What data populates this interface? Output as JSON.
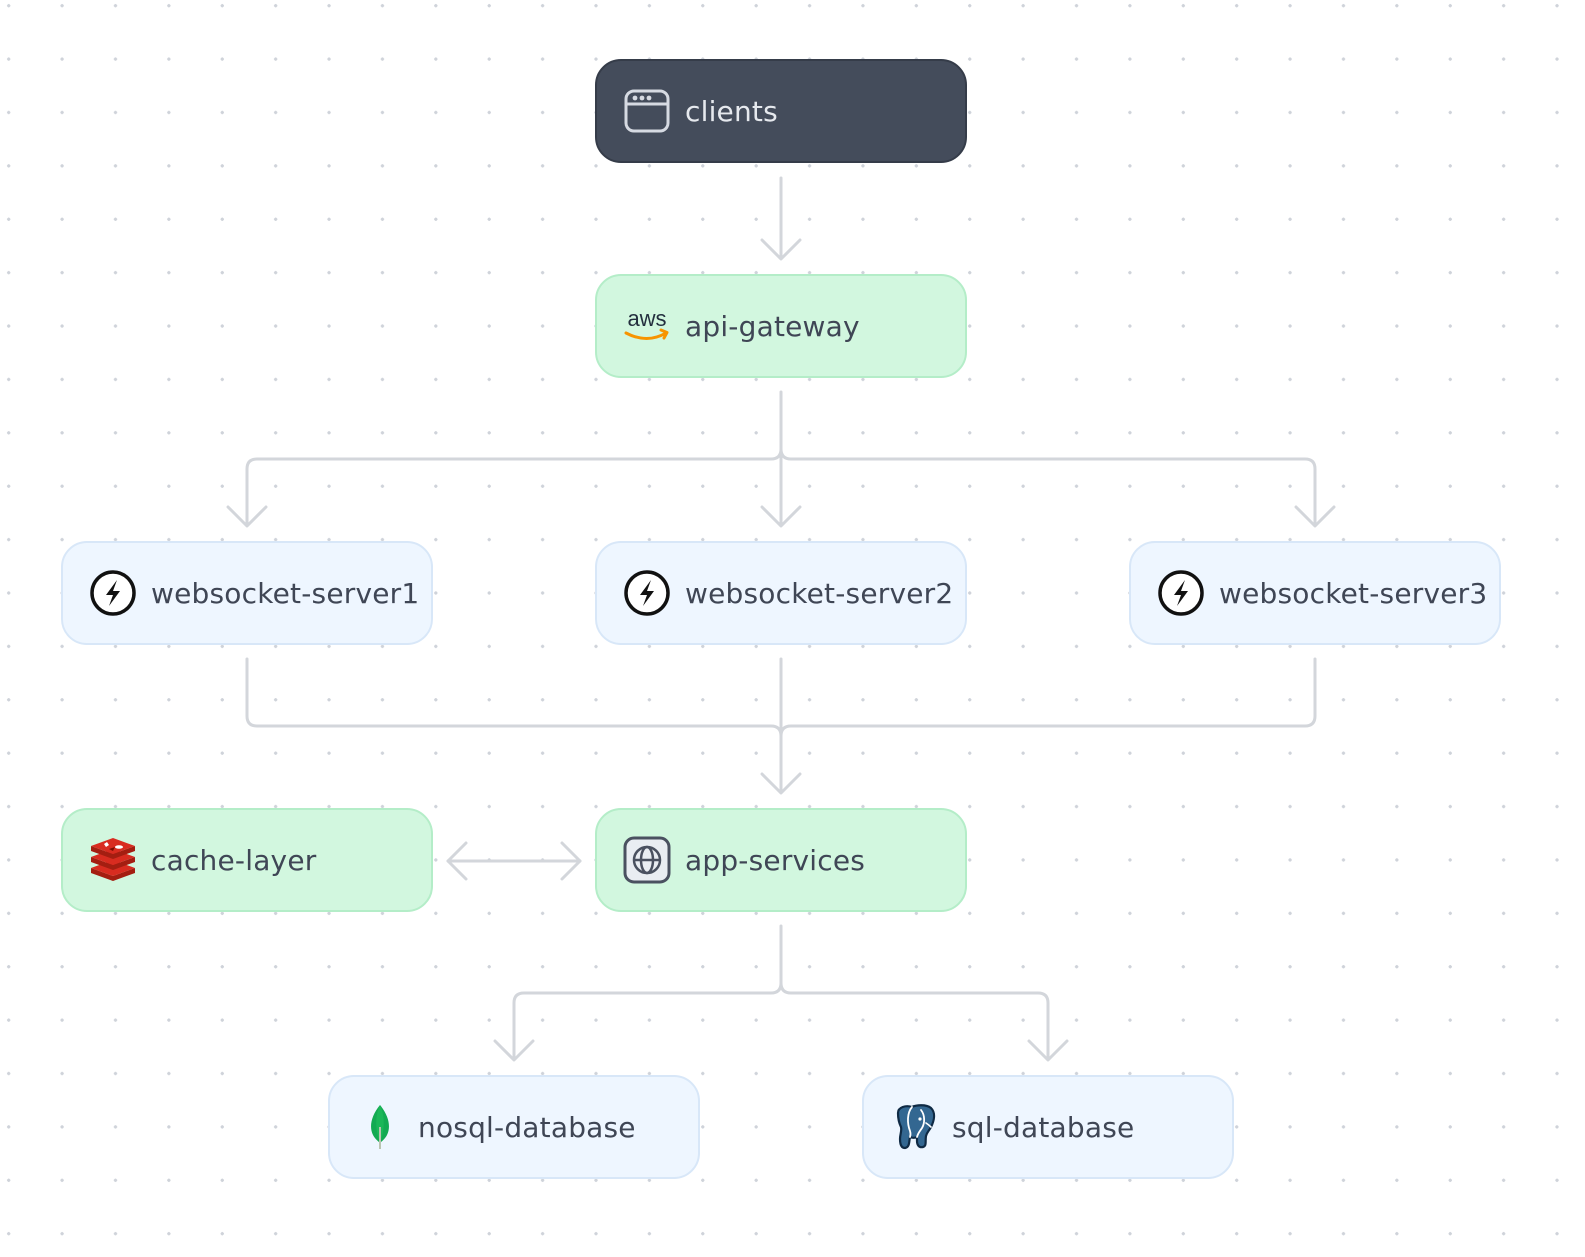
{
  "nodes": {
    "clients": {
      "label": "clients",
      "icon": "browser-window-icon"
    },
    "api_gateway": {
      "label": "api-gateway",
      "icon": "aws-logo-icon",
      "logo_text": "aws"
    },
    "ws1": {
      "label": "websocket-server1",
      "icon": "socket-io-icon"
    },
    "ws2": {
      "label": "websocket-server2",
      "icon": "socket-io-icon"
    },
    "ws3": {
      "label": "websocket-server3",
      "icon": "socket-io-icon"
    },
    "cache": {
      "label": "cache-layer",
      "icon": "redis-icon"
    },
    "app": {
      "label": "app-services",
      "icon": "globe-icon"
    },
    "nosql": {
      "label": "nosql-database",
      "icon": "mongodb-leaf-icon"
    },
    "sql": {
      "label": "sql-database",
      "icon": "postgresql-elephant-icon"
    }
  },
  "edges": [
    {
      "from": "clients",
      "to": "api_gateway"
    },
    {
      "from": "api_gateway",
      "to": "ws1"
    },
    {
      "from": "api_gateway",
      "to": "ws2"
    },
    {
      "from": "api_gateway",
      "to": "ws3"
    },
    {
      "from": "ws1",
      "to": "app"
    },
    {
      "from": "ws2",
      "to": "app"
    },
    {
      "from": "ws3",
      "to": "app"
    },
    {
      "from": "cache",
      "to": "app",
      "bidirectional": true
    },
    {
      "from": "app",
      "to": "nosql"
    },
    {
      "from": "app",
      "to": "sql"
    }
  ],
  "colors": {
    "dark_node": "#444c5b",
    "green_node": "#d2f7df",
    "blue_node": "#eef6ff",
    "edge": "#d0d3d8",
    "label": "#3f4655"
  }
}
